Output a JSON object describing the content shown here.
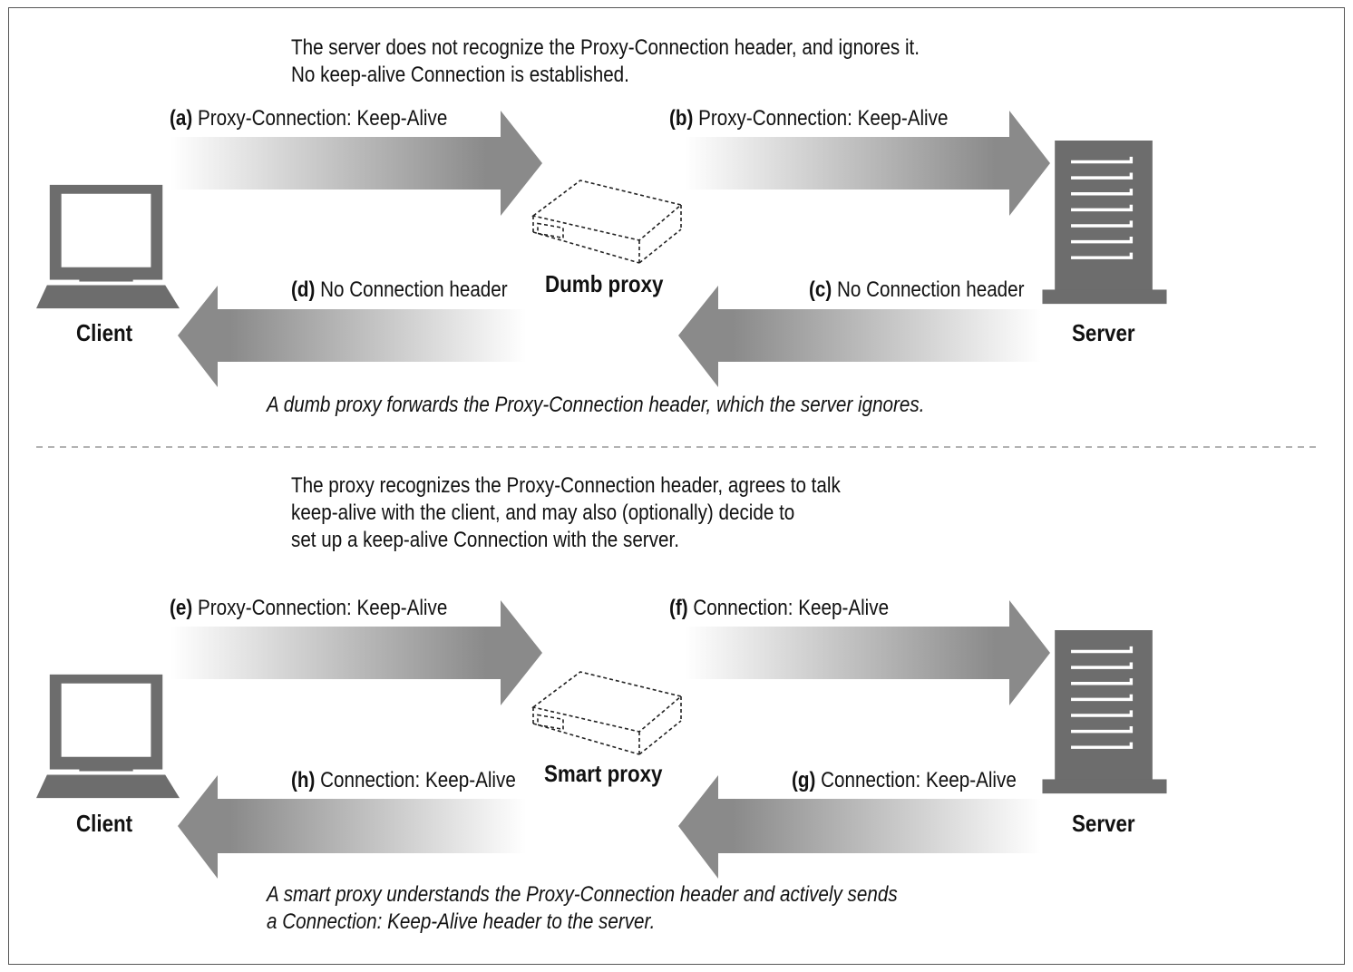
{
  "top": {
    "intro": [
      "The server does not recognize the Proxy-Connection header, and ignores it.",
      "No keep-alive Connection is established."
    ],
    "labels": {
      "a": {
        "tag": "(a)",
        "text": " Proxy-Connection: Keep-Alive"
      },
      "b": {
        "tag": "(b)",
        "text": " Proxy-Connection: Keep-Alive"
      },
      "c": {
        "tag": "(c)",
        "text": " No Connection header"
      },
      "d": {
        "tag": "(d)",
        "text": " No Connection header"
      }
    },
    "client": "Client",
    "proxy": "Dumb proxy",
    "server": "Server",
    "caption": "A dumb proxy forwards the Proxy-Connection header, which the server ignores."
  },
  "bottom": {
    "intro": [
      "The proxy recognizes the Proxy-Connection header, agrees to talk",
      "keep-alive with the client, and may also (optionally) decide to",
      "set up a keep-alive Connection with the server."
    ],
    "labels": {
      "e": {
        "tag": "(e)",
        "text": " Proxy-Connection: Keep-Alive"
      },
      "f": {
        "tag": "(f)",
        "text": " Connection: Keep-Alive"
      },
      "g": {
        "tag": "(g)",
        "text": " Connection: Keep-Alive"
      },
      "h": {
        "tag": "(h)",
        "text": " Connection: Keep-Alive"
      }
    },
    "client": "Client",
    "proxy": "Smart proxy",
    "server": "Server",
    "caption": [
      "A smart proxy understands the Proxy-Connection header and actively sends",
      "a Connection: Keep-Alive header to the server."
    ]
  },
  "icons": {
    "client": "computer-monitor-icon",
    "server": "server-tower-icon",
    "proxy": "proxy-box-icon"
  },
  "colors": {
    "icon_fill": "#6d6d6d",
    "arrow_dark": "#8a8a8a",
    "arrow_light": "#ffffff"
  }
}
